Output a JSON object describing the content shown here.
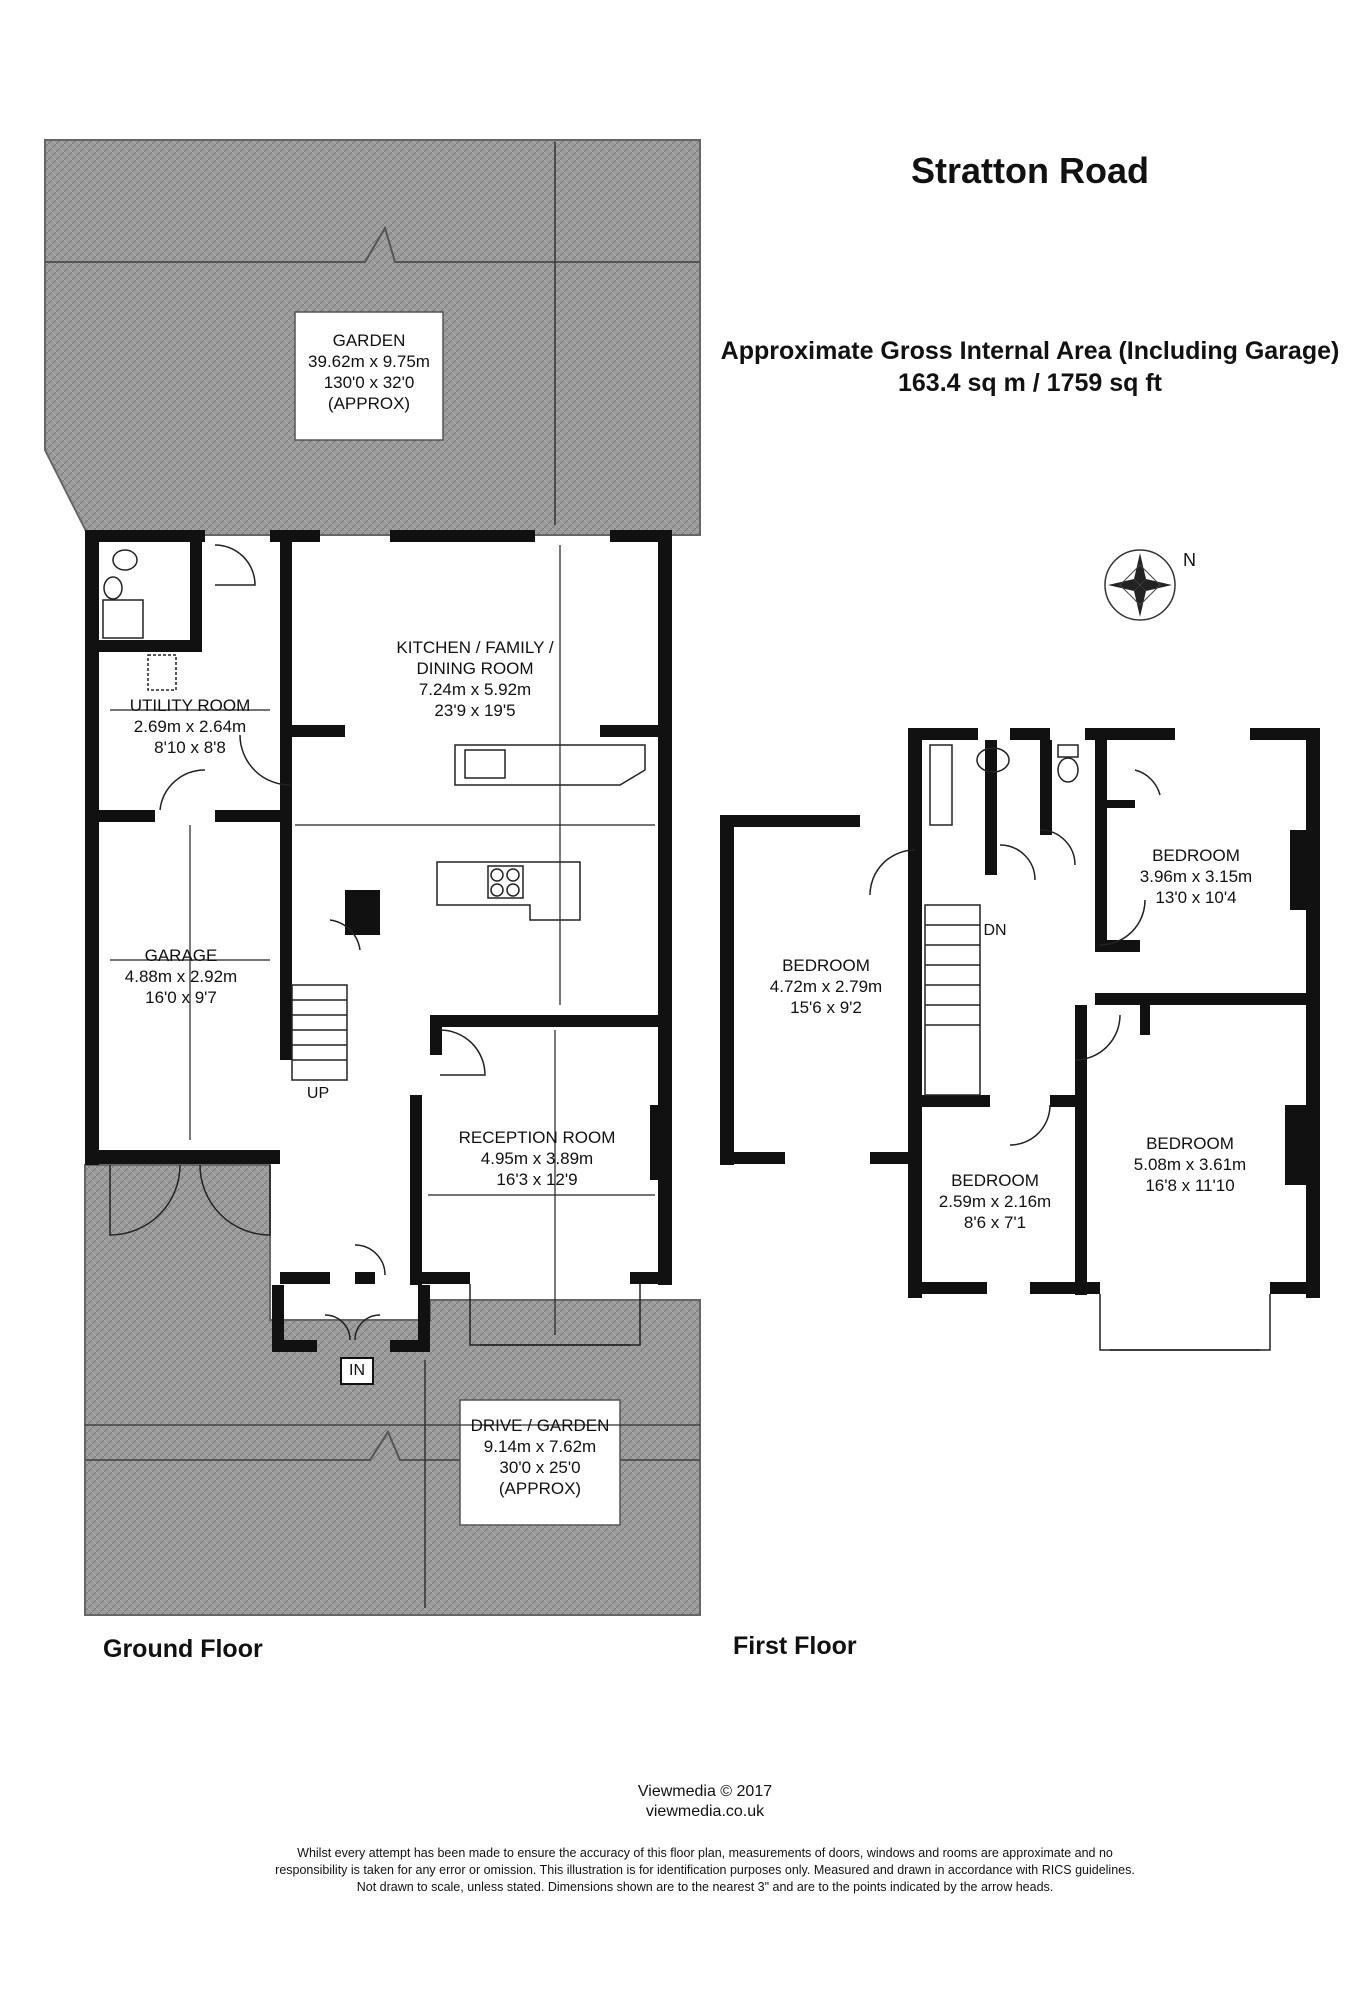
{
  "title": "Stratton Road",
  "area": {
    "line1": "Approximate Gross Internal Area (Including Garage)",
    "line2": "163.4 sq m / 1759 sq ft"
  },
  "compass_label": "N",
  "floors": {
    "ground": "Ground Floor",
    "first": "First Floor"
  },
  "rooms": {
    "garden": {
      "name": "GARDEN",
      "metric": "39.62m x 9.75m",
      "imperial": "130'0 x 32'0",
      "note": "(APPROX)"
    },
    "kitchen": {
      "name1": "KITCHEN / FAMILY /",
      "name2": "DINING ROOM",
      "metric": "7.24m x 5.92m",
      "imperial": "23'9 x 19'5"
    },
    "utility": {
      "name": "UTILITY  ROOM",
      "metric": "2.69m x 2.64m",
      "imperial": "8'10 x 8'8"
    },
    "garage": {
      "name": "GARAGE",
      "metric": "4.88m x 2.92m",
      "imperial": "16'0 x 9'7"
    },
    "reception": {
      "name": "RECEPTION ROOM",
      "metric": "4.95m x 3.89m",
      "imperial": "16'3 x 12'9"
    },
    "drive": {
      "name": "DRIVE / GARDEN",
      "metric": "9.14m x 7.62m",
      "imperial": "30'0 x 25'0",
      "note": "(APPROX)"
    },
    "bedroom_left": {
      "name": "BEDROOM",
      "metric": "4.72m x 2.79m",
      "imperial": "15'6 x 9'2"
    },
    "bedroom_top_right": {
      "name": "BEDROOM",
      "metric": "3.96m x 3.15m",
      "imperial": "13'0 x 10'4"
    },
    "bedroom_small": {
      "name": "BEDROOM",
      "metric": "2.59m x 2.16m",
      "imperial": "8'6 x 7'1"
    },
    "bedroom_front_right": {
      "name": "BEDROOM",
      "metric": "5.08m x 3.61m",
      "imperial": "16'8 x 11'10"
    }
  },
  "markers": {
    "up": "UP",
    "down": "DN",
    "entrance": "IN"
  },
  "credit": {
    "line1": "Viewmedia © 2017",
    "line2": "viewmedia.co.uk"
  },
  "disclaimer": {
    "line1": "Whilst every attempt has been made to ensure the accuracy of this floor plan, measurements of doors, windows and rooms are approximate and no",
    "line2": "responsibility is taken for any error or omission. This illustration is for identification purposes only. Measured and drawn in accordance with RICS guidelines.",
    "line3": "Not drawn to scale, unless stated. Dimensions shown are to the nearest 3\" and are to the points indicated by the arrow heads."
  }
}
